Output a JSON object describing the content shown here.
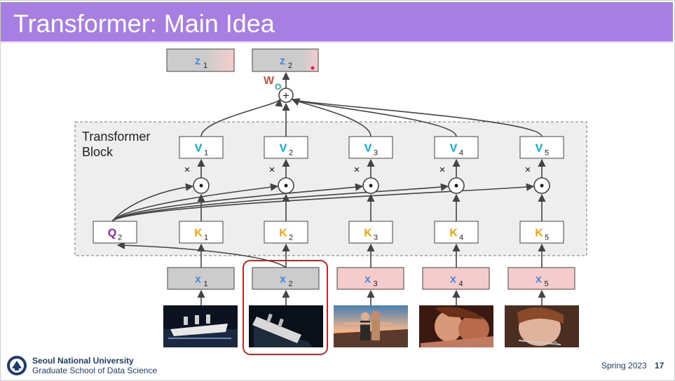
{
  "slide": {
    "title": "Transformer: Main Idea",
    "block_label_line1": "Transformer",
    "block_label_line2": "Block",
    "university": "Seoul National University",
    "school": "Graduate School of Data Science",
    "semester": "Spring 2023",
    "page_number": "17"
  },
  "diagram": {
    "outputs": [
      {
        "sym": "z",
        "sub": "1"
      },
      {
        "sym": "z",
        "sub": "2"
      }
    ],
    "wo": {
      "sym": "W",
      "sub": "O"
    },
    "sum_symbol": "+",
    "multiply_symbol": "×",
    "dot_symbol": "•",
    "query": {
      "sym": "Q",
      "sub": "2"
    },
    "values": [
      {
        "sym": "V",
        "sub": "1"
      },
      {
        "sym": "V",
        "sub": "2"
      },
      {
        "sym": "V",
        "sub": "3"
      },
      {
        "sym": "V",
        "sub": "4"
      },
      {
        "sym": "V",
        "sub": "5"
      }
    ],
    "keys": [
      {
        "sym": "K",
        "sub": "1"
      },
      {
        "sym": "K",
        "sub": "2"
      },
      {
        "sym": "K",
        "sub": "3"
      },
      {
        "sym": "K",
        "sub": "4"
      },
      {
        "sym": "K",
        "sub": "5"
      }
    ],
    "inputs": [
      {
        "sym": "x",
        "sub": "1"
      },
      {
        "sym": "x",
        "sub": "2"
      },
      {
        "sym": "x",
        "sub": "3"
      },
      {
        "sym": "x",
        "sub": "4"
      },
      {
        "sym": "x",
        "sub": "5"
      }
    ],
    "highlighted_input": 2,
    "colors": {
      "title_bar": "#a77ee2",
      "z_x": "#4a86e8",
      "v": "#00aee0",
      "k": "#f1a512",
      "q": "#8e24aa",
      "wo_w": "#d0503c",
      "wo_o": "#26a69a",
      "highlight_border": "#cc2222",
      "input_gray": "#cccccc",
      "input_pink": "#f4cccc",
      "block_bg": "#eeeeee"
    }
  }
}
